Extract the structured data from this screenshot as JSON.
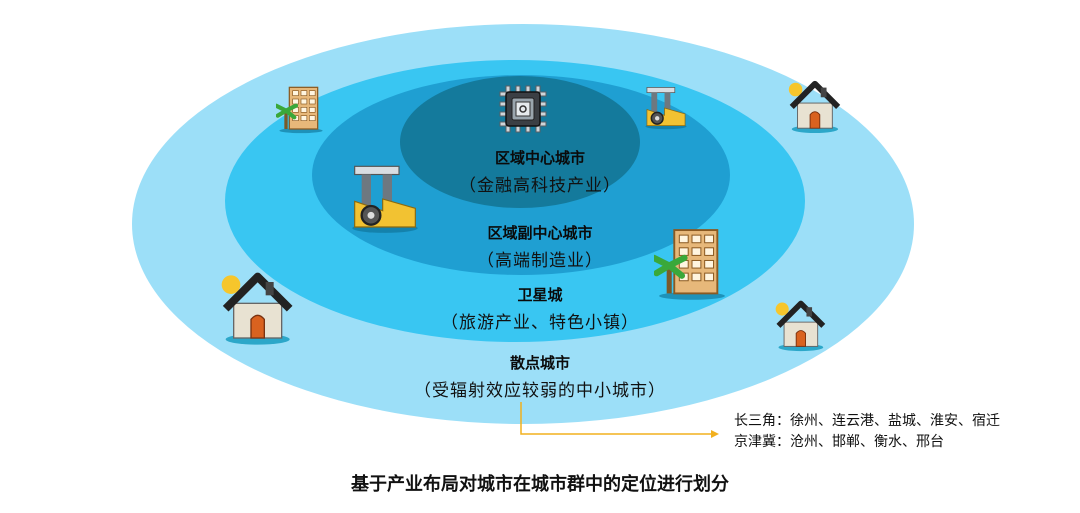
{
  "tiers": [
    {
      "title": "区域中心城市",
      "desc": "（金融高科技产业）"
    },
    {
      "title": "区域副中心城市",
      "desc": "（高端制造业）"
    },
    {
      "title": "卫星城",
      "desc": "（旅游产业、特色小镇）"
    },
    {
      "title": "散点城市",
      "desc": "（受辐射效应较弱的中小城市）"
    }
  ],
  "examples": [
    "长三角：徐州、连云港、盐城、淮安、宿迁",
    "京津冀：沧州、邯郸、衡水、邢台"
  ],
  "caption": "基于产业布局对城市在城市群中的定位进行划分",
  "icons": [
    "chip-icon",
    "factory-icon",
    "office-building-icon",
    "house-icon"
  ],
  "colors": {
    "ring_outer": "#9cdff8",
    "ring_3": "#39c6f2",
    "ring_2": "#1f9fd2",
    "ring_core": "#147a9c",
    "arrow": "#f2b01e"
  }
}
